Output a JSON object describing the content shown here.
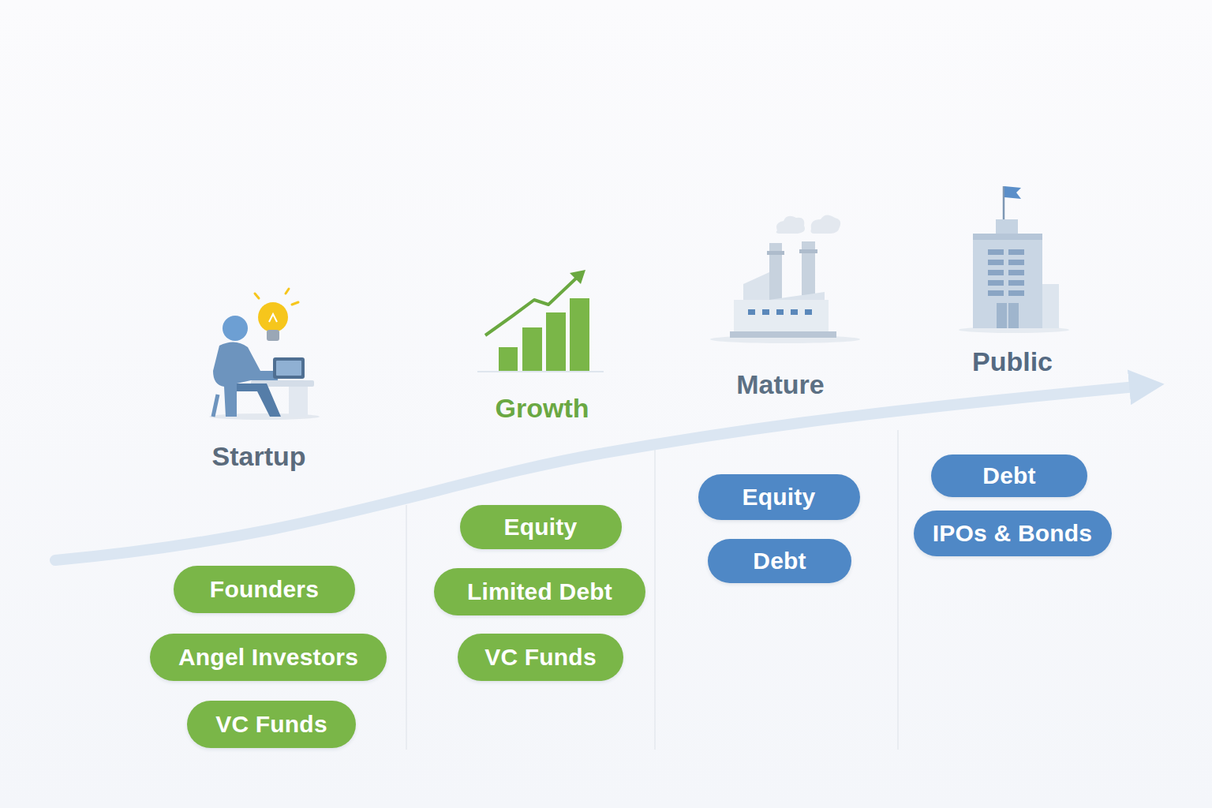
{
  "diagram": {
    "nodes": [
      {
        "text": [
          "Founders"
        ]
      },
      {
        "text": [
          "Angel Investors"
        ]
      },
      {
        "text": [
          "VC Funds"
        ]
      },
      {
        "text": [
          "Equity"
        ]
      },
      {
        "text": [
          "Limited Debt"
        ]
      },
      {
        "text": [
          "VC Funds"
        ]
      },
      {
        "text": [
          "Equity"
        ]
      },
      {
        "text": [
          "Debt"
        ]
      },
      {
        "text": [
          "Debt"
        ]
      },
      {
        "text": [
          "IPOs & Bonds"
        ]
      }
    ],
    "labels": [
      "Startup",
      "Growth",
      "Mature",
      "Public"
    ]
  }
}
